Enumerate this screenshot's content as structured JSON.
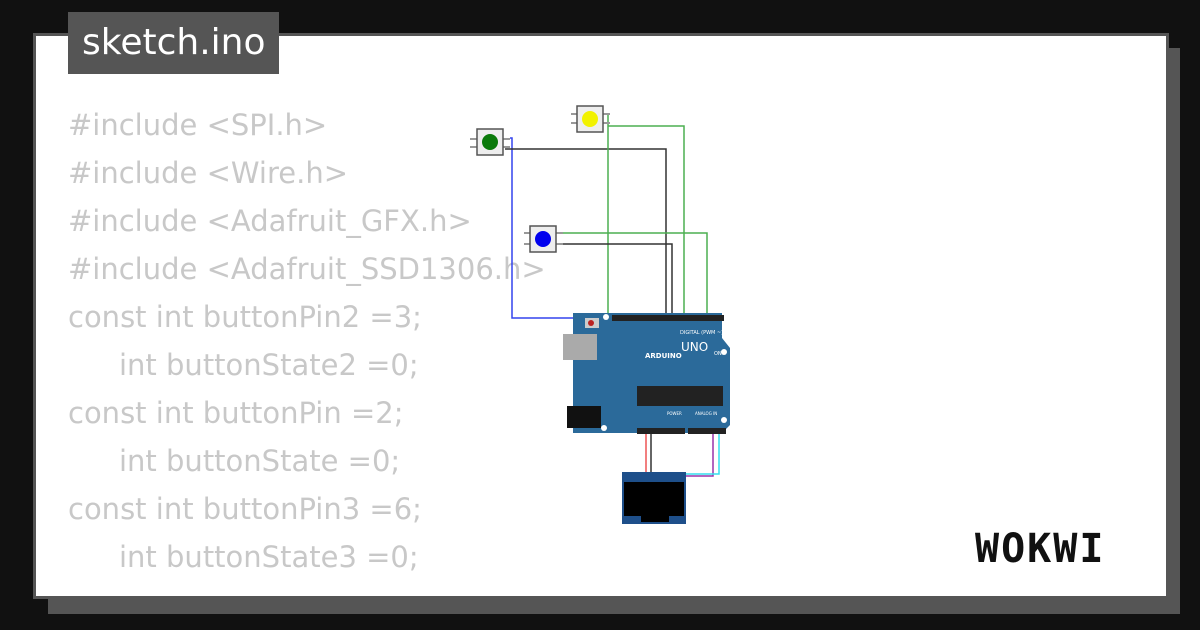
{
  "title": "sketch.ino",
  "code_lines": [
    {
      "text": "#include <SPI.h>",
      "indent": false
    },
    {
      "text": "#include <Wire.h>",
      "indent": false
    },
    {
      "text": "#include <Adafruit_GFX.h>",
      "indent": false
    },
    {
      "text": "#include <Adafruit_SSD1306.h>",
      "indent": false
    },
    {
      "text": "const int buttonPin2 =3;",
      "indent": false
    },
    {
      "text": "int buttonState2 =0;",
      "indent": true
    },
    {
      "text": "const int buttonPin =2;",
      "indent": false
    },
    {
      "text": "int buttonState =0;",
      "indent": true
    },
    {
      "text": "const int buttonPin3 =6;",
      "indent": false
    },
    {
      "text": "int buttonState3 =0;",
      "indent": true
    }
  ],
  "board": {
    "brand": "ARDUINO",
    "model": "UNO",
    "label_digital": "DIGITAL (PWM ~)",
    "label_power": "POWER",
    "label_analog": "ANALOG IN",
    "label_on": "ON"
  },
  "buttons": [
    {
      "color": "#0a7a0a"
    },
    {
      "color": "#f2f200"
    },
    {
      "color": "#0000ee"
    }
  ],
  "logo": "WOKWI"
}
